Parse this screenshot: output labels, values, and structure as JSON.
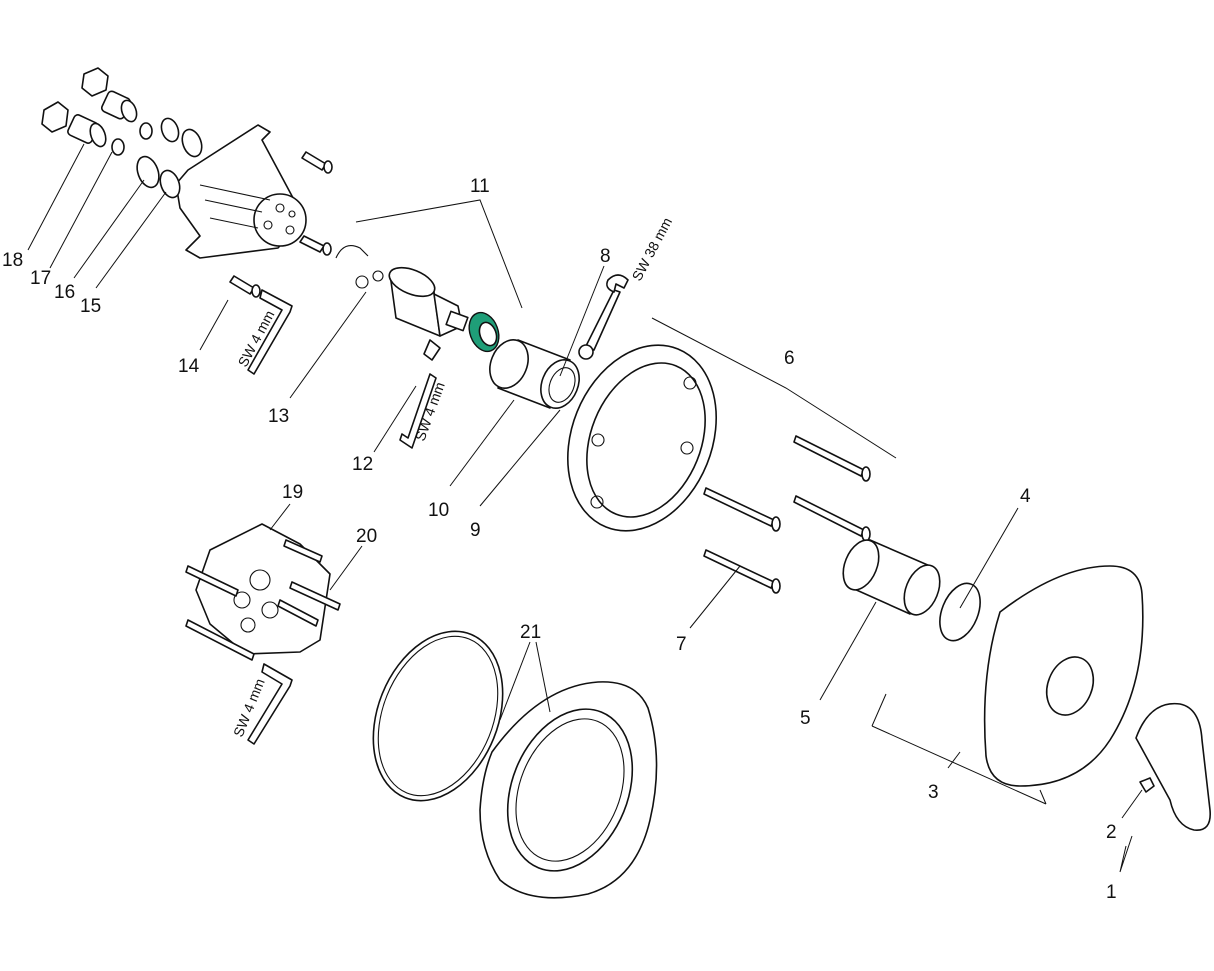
{
  "callouts": {
    "c1": "1",
    "c2": "2",
    "c3": "3",
    "c4": "4",
    "c5": "5",
    "c6": "6",
    "c7": "7",
    "c8": "8",
    "c9": "9",
    "c10": "10",
    "c11": "11",
    "c12": "12",
    "c13": "13",
    "c14": "14",
    "c15": "15",
    "c16": "16",
    "c17": "17",
    "c18": "18",
    "c19": "19",
    "c20": "20",
    "c21": "21"
  },
  "tool_labels": {
    "wrench": "SW 38 mm",
    "hex_key_14": "SW 4 mm",
    "hex_key_12": "SW 4 mm",
    "hex_key_20": "SW 4 mm"
  },
  "colors": {
    "line": "#111111",
    "highlight_part": "#1f9e78",
    "background": "#ffffff"
  }
}
